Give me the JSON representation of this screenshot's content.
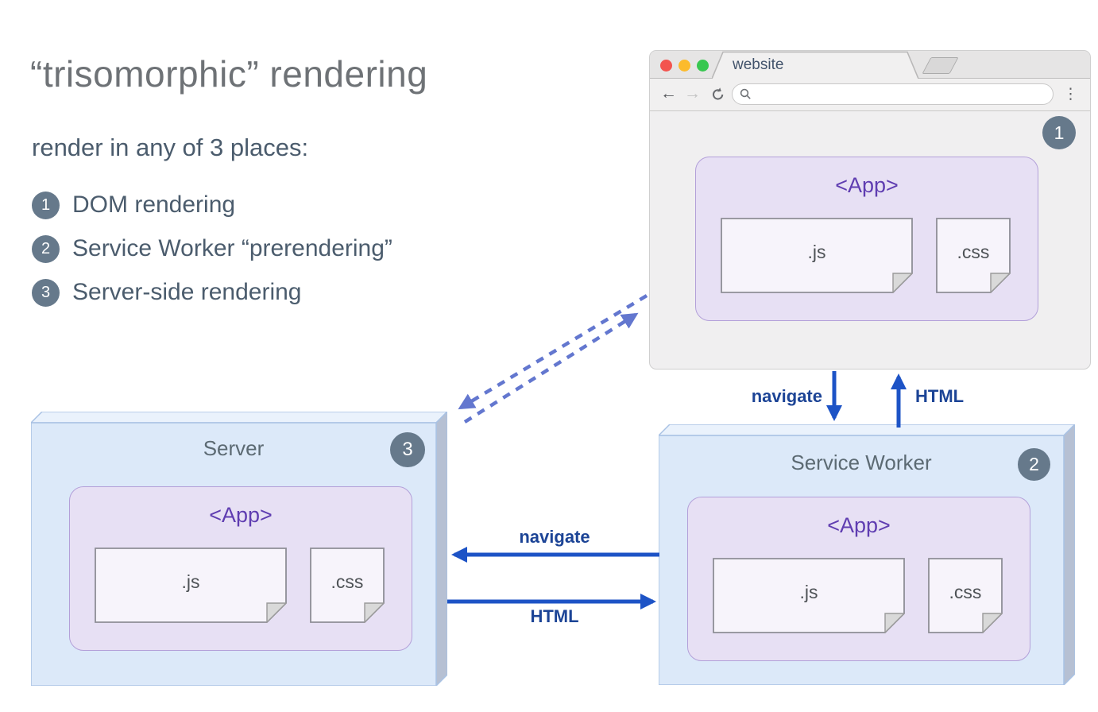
{
  "title": "“trisomorphic” rendering",
  "subtitle": "render in any of 3 places:",
  "legend": [
    {
      "num": "1",
      "label": "DOM rendering"
    },
    {
      "num": "2",
      "label": "Service Worker “prerendering”"
    },
    {
      "num": "3",
      "label": "Server-side rendering"
    }
  ],
  "browser": {
    "tab_title": "website",
    "badge": "1",
    "app": {
      "label": "<App>",
      "js_label": ".js",
      "css_label": ".css"
    }
  },
  "server": {
    "title": "Server",
    "badge": "3",
    "app": {
      "label": "<App>",
      "js_label": ".js",
      "css_label": ".css"
    }
  },
  "service_worker": {
    "title": "Service Worker",
    "badge": "2",
    "app": {
      "label": "<App>",
      "js_label": ".js",
      "css_label": ".css"
    }
  },
  "arrows": {
    "browser_to_sw": "navigate",
    "sw_to_browser": "HTML",
    "sw_to_server": "navigate",
    "server_to_sw": "HTML"
  },
  "colors": {
    "arrow_blue": "#1d53c6",
    "dashed_blue": "#6377cf",
    "arrow_label_navy": "#1c4496",
    "badge_slate": "#66798b",
    "app_text_purple": "#5f3db1",
    "app_fill_lavender": "#e7e0f4",
    "box_fill_blue": "#dce9f9",
    "traffic_red": "#f3544f",
    "traffic_yellow": "#fcbb2c",
    "traffic_green": "#38c750"
  }
}
